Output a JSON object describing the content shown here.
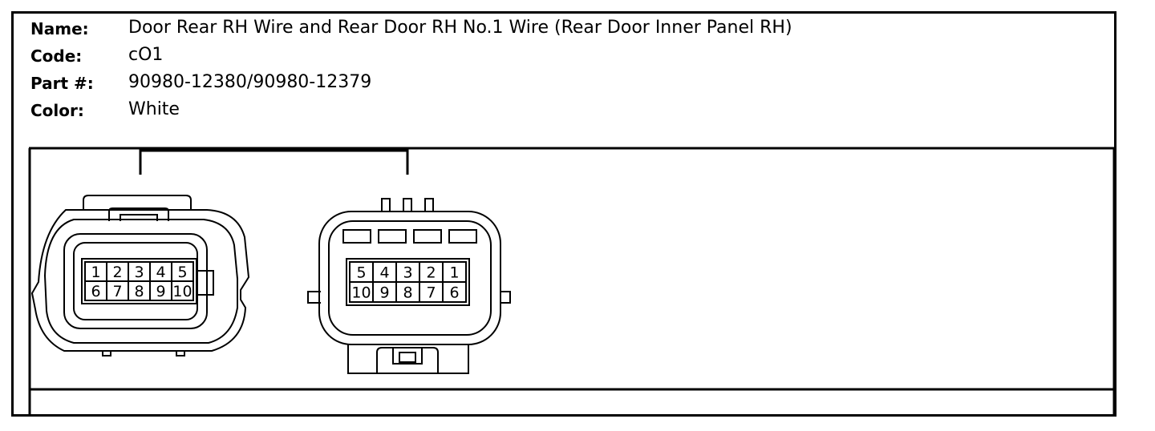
{
  "info": {
    "name_label": "Name:",
    "name_value": "Door Rear RH Wire and Rear Door RH No.1 Wire (Rear Door Inner Panel RH)",
    "code_label": "Code:",
    "code_value": "cO1",
    "part_label": "Part #:",
    "part_value": "90980-12380/90980-12379",
    "color_label": "Color:",
    "color_value": "White"
  },
  "connector_left": {
    "top_row": [
      "1",
      "2",
      "3",
      "4",
      "5"
    ],
    "bottom_row": [
      "6",
      "7",
      "8",
      "9",
      "10"
    ]
  },
  "connector_right": {
    "top_row": [
      "5",
      "4",
      "3",
      "2",
      "1"
    ],
    "bottom_row": [
      "10",
      "9",
      "8",
      "7",
      "6"
    ]
  }
}
